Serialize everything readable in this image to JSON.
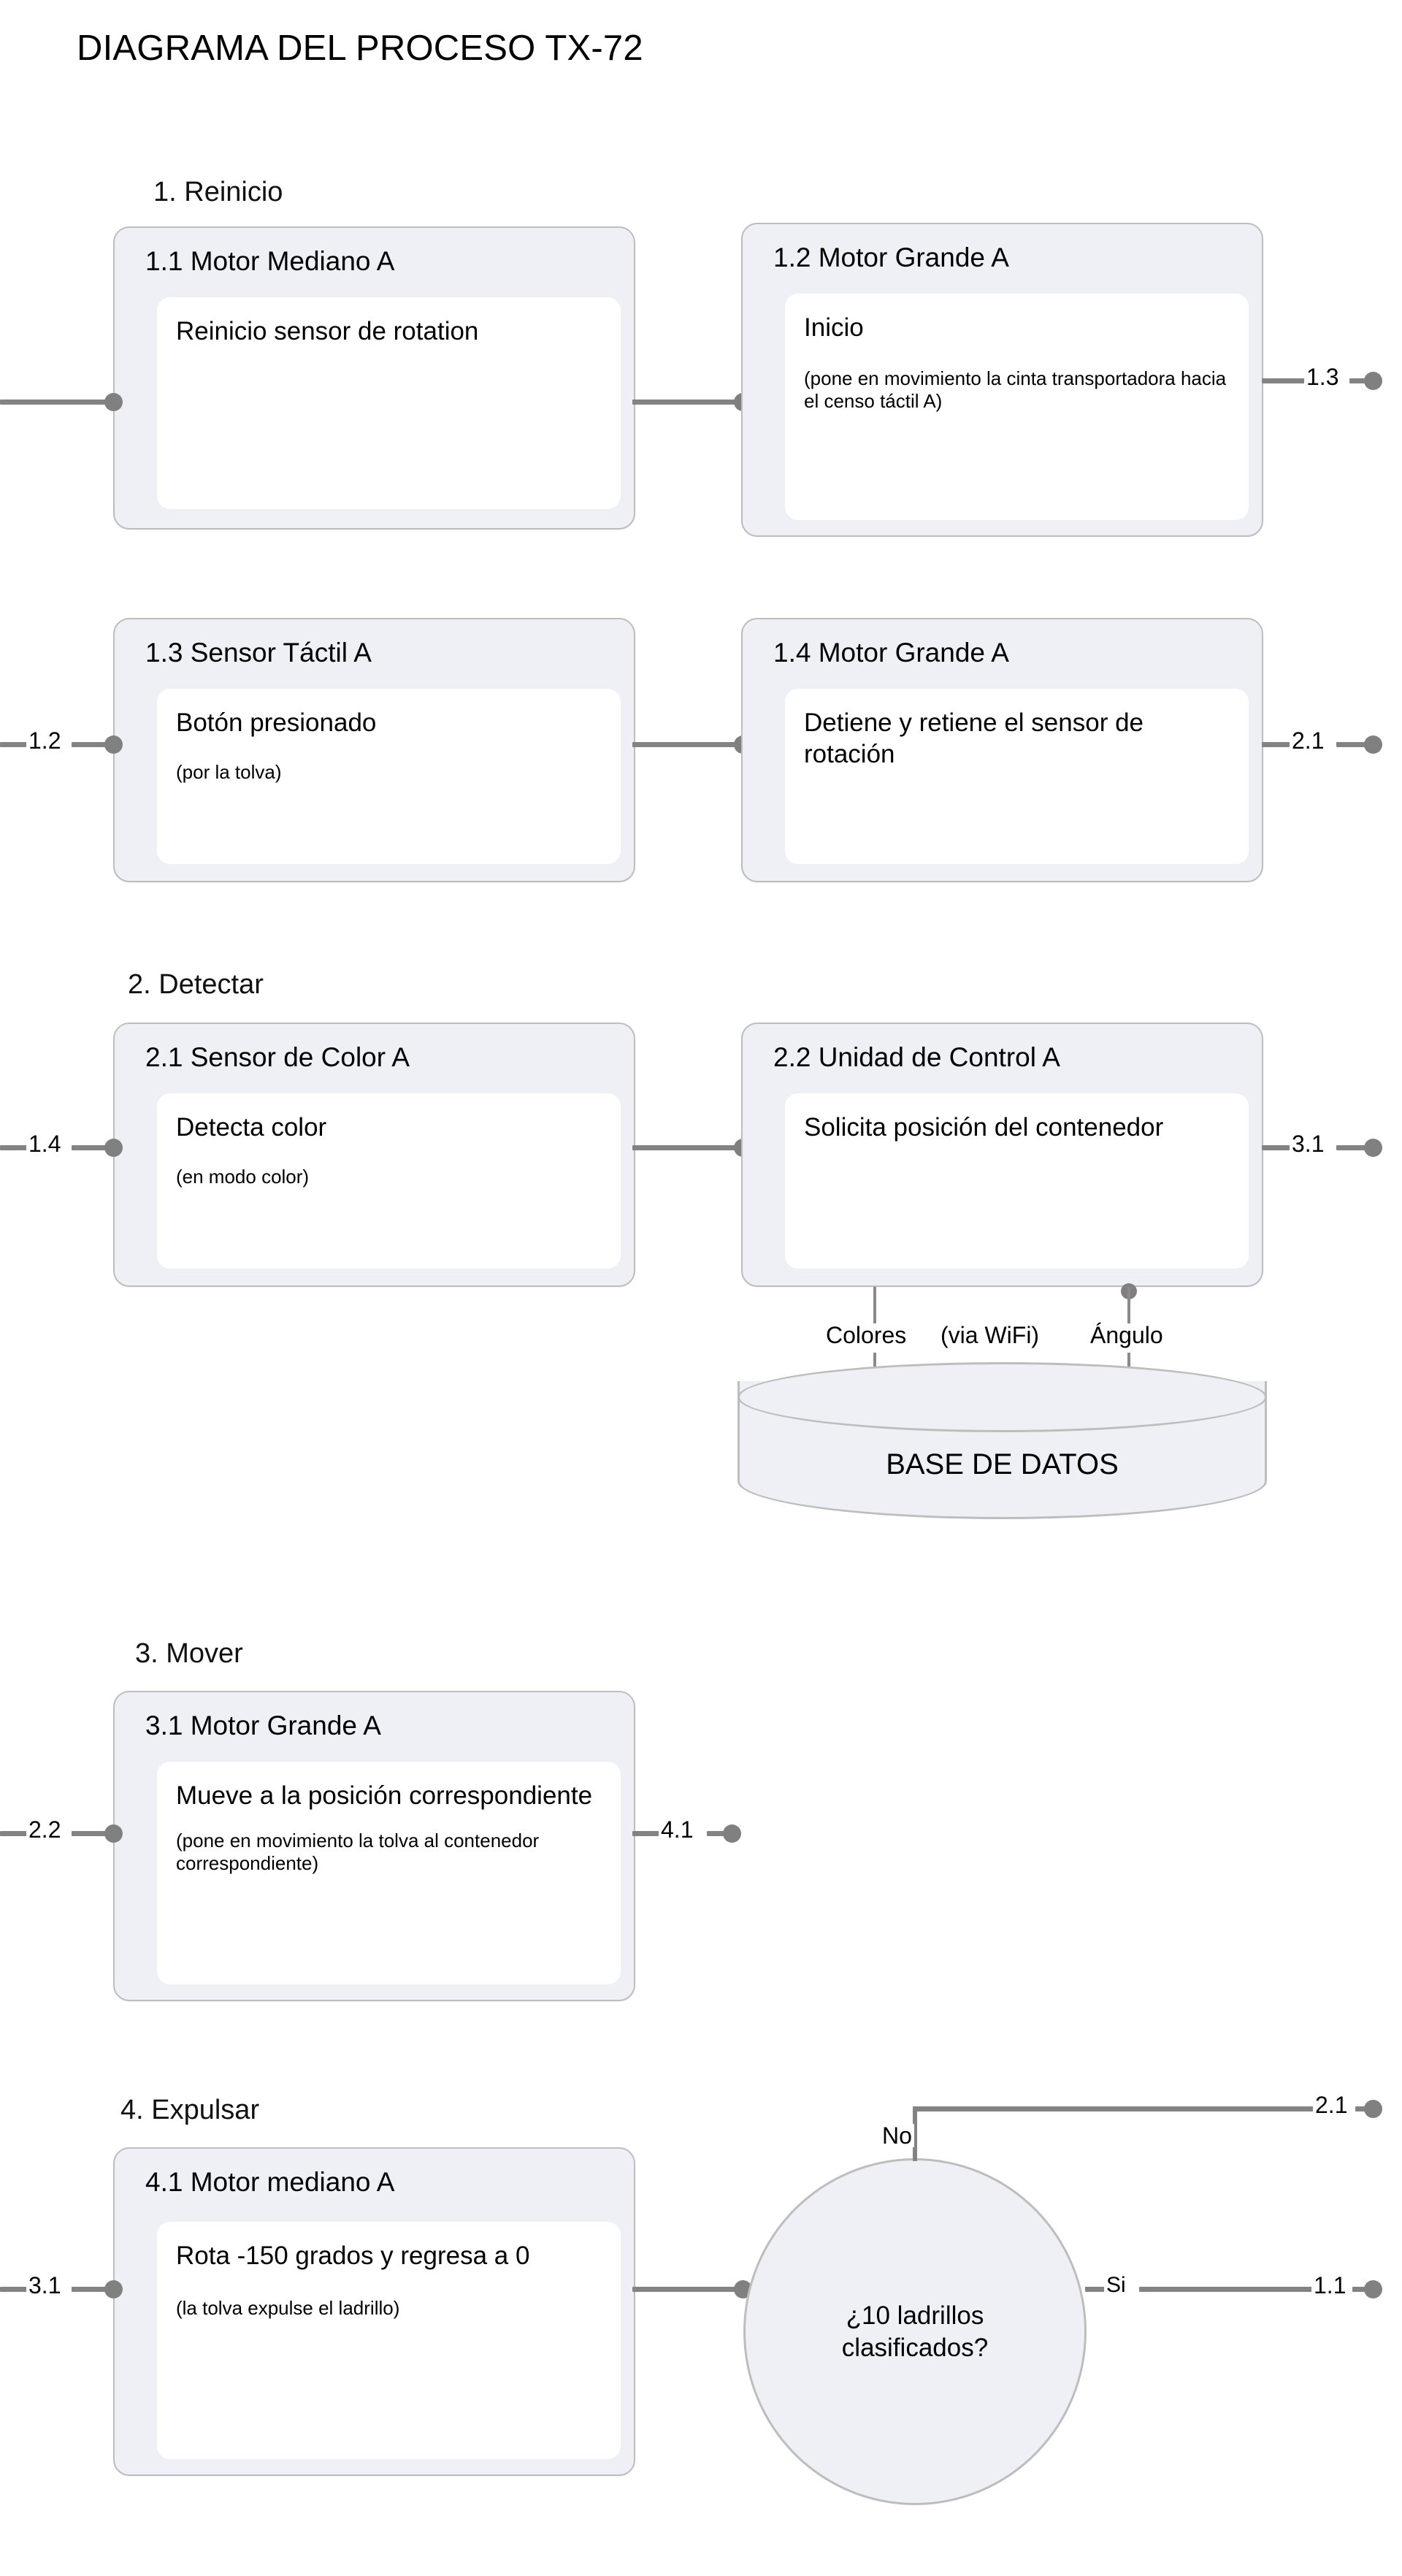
{
  "title": "DIAGRAMA DEL PROCESO TX-72",
  "sections": [
    {
      "id": "s1",
      "label": "1. Reinicio"
    },
    {
      "id": "s2",
      "label": "2. Detectar"
    },
    {
      "id": "s3",
      "label": "3. Mover"
    },
    {
      "id": "s4",
      "label": "4. Expulsar"
    }
  ],
  "nodes": [
    {
      "id": "n11",
      "title": "1.1 Motor Mediano A",
      "main": "Reinicio sensor de rotation",
      "note": ""
    },
    {
      "id": "n12",
      "title": "1.2 Motor Grande A",
      "main": "Inicio",
      "note": "(pone en movimiento la cinta transportadora hacia el censo táctil A)"
    },
    {
      "id": "n13",
      "title": "1.3 Sensor Táctil A",
      "main": "Botón presionado",
      "note": "(por la tolva)"
    },
    {
      "id": "n14",
      "title": "1.4 Motor Grande A",
      "main": "Detiene y retiene el sensor de rotación",
      "note": ""
    },
    {
      "id": "n21",
      "title": "2.1 Sensor de Color A",
      "main": "Detecta color",
      "note": "(en modo color)"
    },
    {
      "id": "n22",
      "title": "2.2 Unidad de Control A",
      "main": "Solicita posición del contenedor",
      "note": ""
    },
    {
      "id": "n31",
      "title": "3.1 Motor Grande A",
      "main": "Mueve a la posición correspondiente",
      "note": "(pone en movimiento la tolva  al contenedor correspondiente)"
    },
    {
      "id": "n41",
      "title": "4.1 Motor mediano A",
      "main": "Rota -150 grados y regresa a 0",
      "note": "(la tolva expulse el ladrillo)"
    }
  ],
  "database": {
    "label": "BASE DE DATOS",
    "link_left": "Colores",
    "link_mid": "(via WiFi)",
    "link_right": "Ángulo"
  },
  "decision": {
    "line1": "¿10 ladrillos",
    "line2": "clasificados?",
    "branch_no": "No",
    "branch_yes": "Si"
  },
  "edges": {
    "e_out_11": "",
    "e_out_12": "1.3",
    "e_in_13": "1.2",
    "e_out_14": "2.1",
    "e_in_21": "1.4",
    "e_out_22": "3.1",
    "e_in_31": "2.2",
    "e_out_31": "4.1",
    "e_in_41": "3.1",
    "e_no_target": "2.1",
    "e_yes_target": "1.1"
  },
  "colors": {
    "node_fill": "#eef0f6",
    "node_border": "#bdbdbd",
    "body_fill": "#ffffff",
    "connector": "#808080",
    "text": "#000000",
    "background": "#ffffff"
  }
}
